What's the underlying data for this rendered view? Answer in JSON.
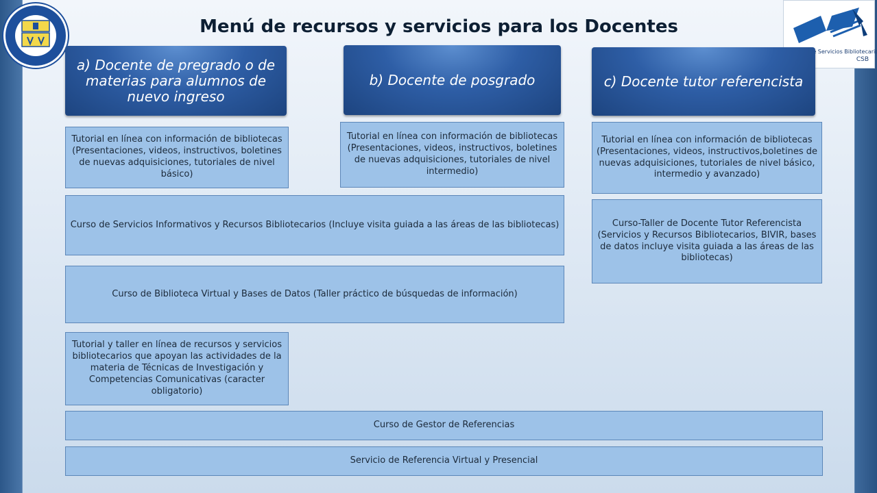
{
  "title": "Menú de recursos y servicios para los Docentes",
  "logos": {
    "left_logo": "universidad-autonoma-de-ciudad-juarez-seal",
    "right_logo": "csb-book-logo",
    "right_text": "Centro de Servicios Bibliotecarios",
    "right_abbr": "CSB"
  },
  "headers": [
    {
      "label": "a) Docente de pregrado o de materias para alumnos de nuevo ingreso"
    },
    {
      "label": "b) Docente de posgrado"
    },
    {
      "label": "c) Docente tutor referencista"
    }
  ],
  "boxes": {
    "tutorial_basico": "Tutorial en línea con información de bibliotecas (Presentaciones, videos, instructivos, boletines de nuevas adquisiciones, tutoriales de nivel básico)",
    "tutorial_intermedio": "Tutorial en línea con información de bibliotecas (Presentaciones, videos, instructivos, boletines de nuevas adquisiciones,  tutoriales de nivel intermedio)",
    "tutorial_avanzado": "Tutorial en línea con información de bibliotecas (Presentaciones, videos, instructivos,boletines de nuevas adquisiciones,  tutoriales de nivel básico, intermedio y avanzado)",
    "curso_servicios": "Curso de Servicios Informativos y Recursos Bibliotecarios (Incluye visita guiada a las áreas de las bibliotecas)",
    "curso_taller_tutor": "Curso-Taller de Docente Tutor Referencista\n(Servicios y Recursos Bibliotecarios, BIVIR, bases de datos  incluye visita guiada a las áreas de las bibliotecas)",
    "curso_biblioteca_virtual": "Curso de Biblioteca Virtual y Bases de Datos (Taller práctico de búsquedas de información)",
    "tutorial_taller": "Tutorial y taller  en línea de recursos y servicios bibliotecarios que apoyan las actividades de la materia de Técnicas de Investigación  y Competencias Comunicativas (caracter obligatorio)",
    "curso_gestor": "Curso de Gestor de Referencias",
    "servicio_referencia": "Servicio de Referencia Virtual y Presencial"
  }
}
